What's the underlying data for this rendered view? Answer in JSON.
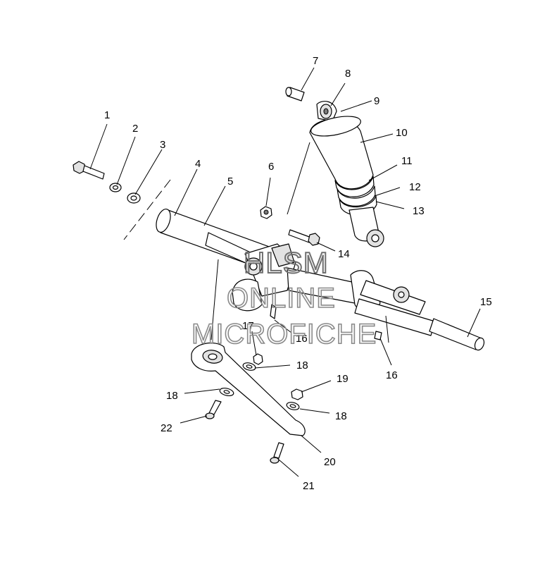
{
  "callouts": {
    "c1": "1",
    "c2": "2",
    "c3": "3",
    "c4": "4",
    "c5": "5",
    "c6": "6",
    "c7": "7",
    "c8": "8",
    "c9": "9",
    "c10": "10",
    "c11": "11",
    "c12": "12",
    "c13": "13",
    "c14": "14",
    "c15": "15",
    "c16a": "16",
    "c16b": "16",
    "c17": "17",
    "c18a": "18",
    "c18b": "18",
    "c18c": "18",
    "c19": "19",
    "c20": "20",
    "c21": "21",
    "c22": "22"
  },
  "watermark": {
    "line1": "HLSM",
    "line2": "ONLINE",
    "line3": "MICROFICHE"
  }
}
